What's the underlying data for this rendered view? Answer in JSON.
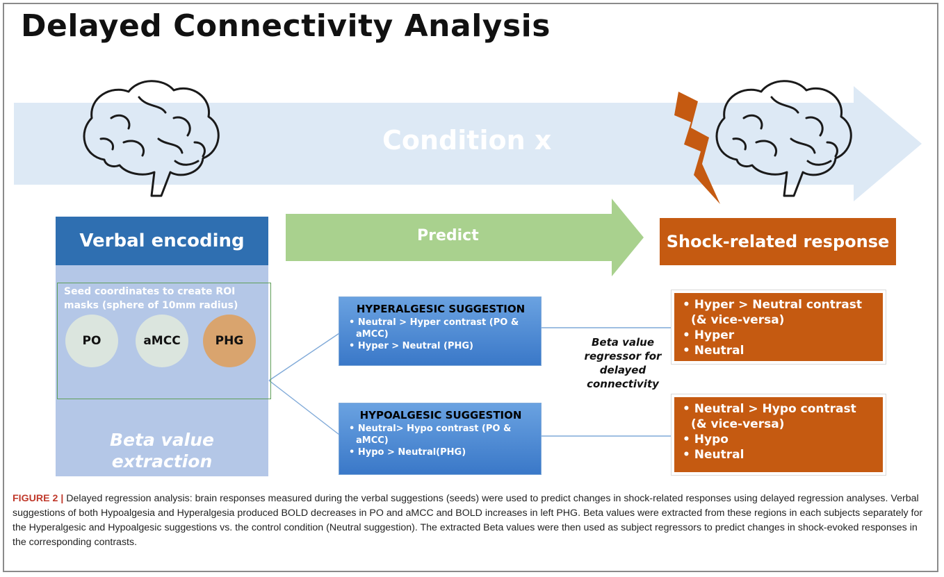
{
  "title": "Delayed Connectivity Analysis",
  "banner_label": "Condition x",
  "verbal": {
    "header": "Verbal encoding",
    "seed_text": "Seed coordinates to create ROI masks (sphere of 10mm radius)",
    "circles": [
      {
        "label": "PO",
        "color": "#dbe5de"
      },
      {
        "label": "aMCC",
        "color": "#dbe5de"
      },
      {
        "label": "PHG",
        "color": "#d9a46e"
      }
    ],
    "beta_extraction": "Beta value extraction"
  },
  "predict_label": "Predict",
  "shock_header": "Shock-related response",
  "hyperalgesic": {
    "title": "HYPERALGESIC SUGGESTION",
    "items": [
      "Neutral > Hyper contrast (PO & aMCC)",
      "Hyper > Neutral (PHG)"
    ]
  },
  "hypoalgesic": {
    "title": "HYPOALGESIC SUGGESTION",
    "items": [
      "Neutral> Hypo contrast (PO & aMCC)",
      "Hypo > Neutral(PHG)"
    ]
  },
  "beta_regressor": "Beta value regressor for delayed connectivity",
  "hyper_response": {
    "items": [
      "Hyper > Neutral contrast (& vice-versa)",
      "Hyper",
      "Neutral"
    ]
  },
  "hypo_response": {
    "items": [
      "Neutral > Hypo contrast (& vice-versa)",
      "Hypo",
      "Neutral"
    ]
  },
  "caption": {
    "label": "FIGURE 2 |",
    "text": "Delayed regression analysis: brain responses measured during the verbal suggestions (seeds) were used to predict changes in shock-related responses using delayed regression analyses. Verbal suggestions of both Hypoalgesia and Hyperalgesia produced BOLD decreases in PO and aMCC and BOLD increases in left PHG. Beta values were extracted from these regions in each subjects separately for the Hyperalgesic and Hypoalgesic suggestions vs. the control condition (Neutral suggestion). The extracted Beta values were then used as subject regressors to predict changes in shock-evoked responses in the corresponding contrasts."
  },
  "colors": {
    "banner_arrow": "#dde9f5",
    "predict_arrow": "#a9d18e",
    "verbal_header": "#2f6fb1",
    "verbal_body": "#b4c7e7",
    "shock": "#c55a11",
    "lightning": "#c55a11",
    "connector": "#7fa9d8"
  }
}
